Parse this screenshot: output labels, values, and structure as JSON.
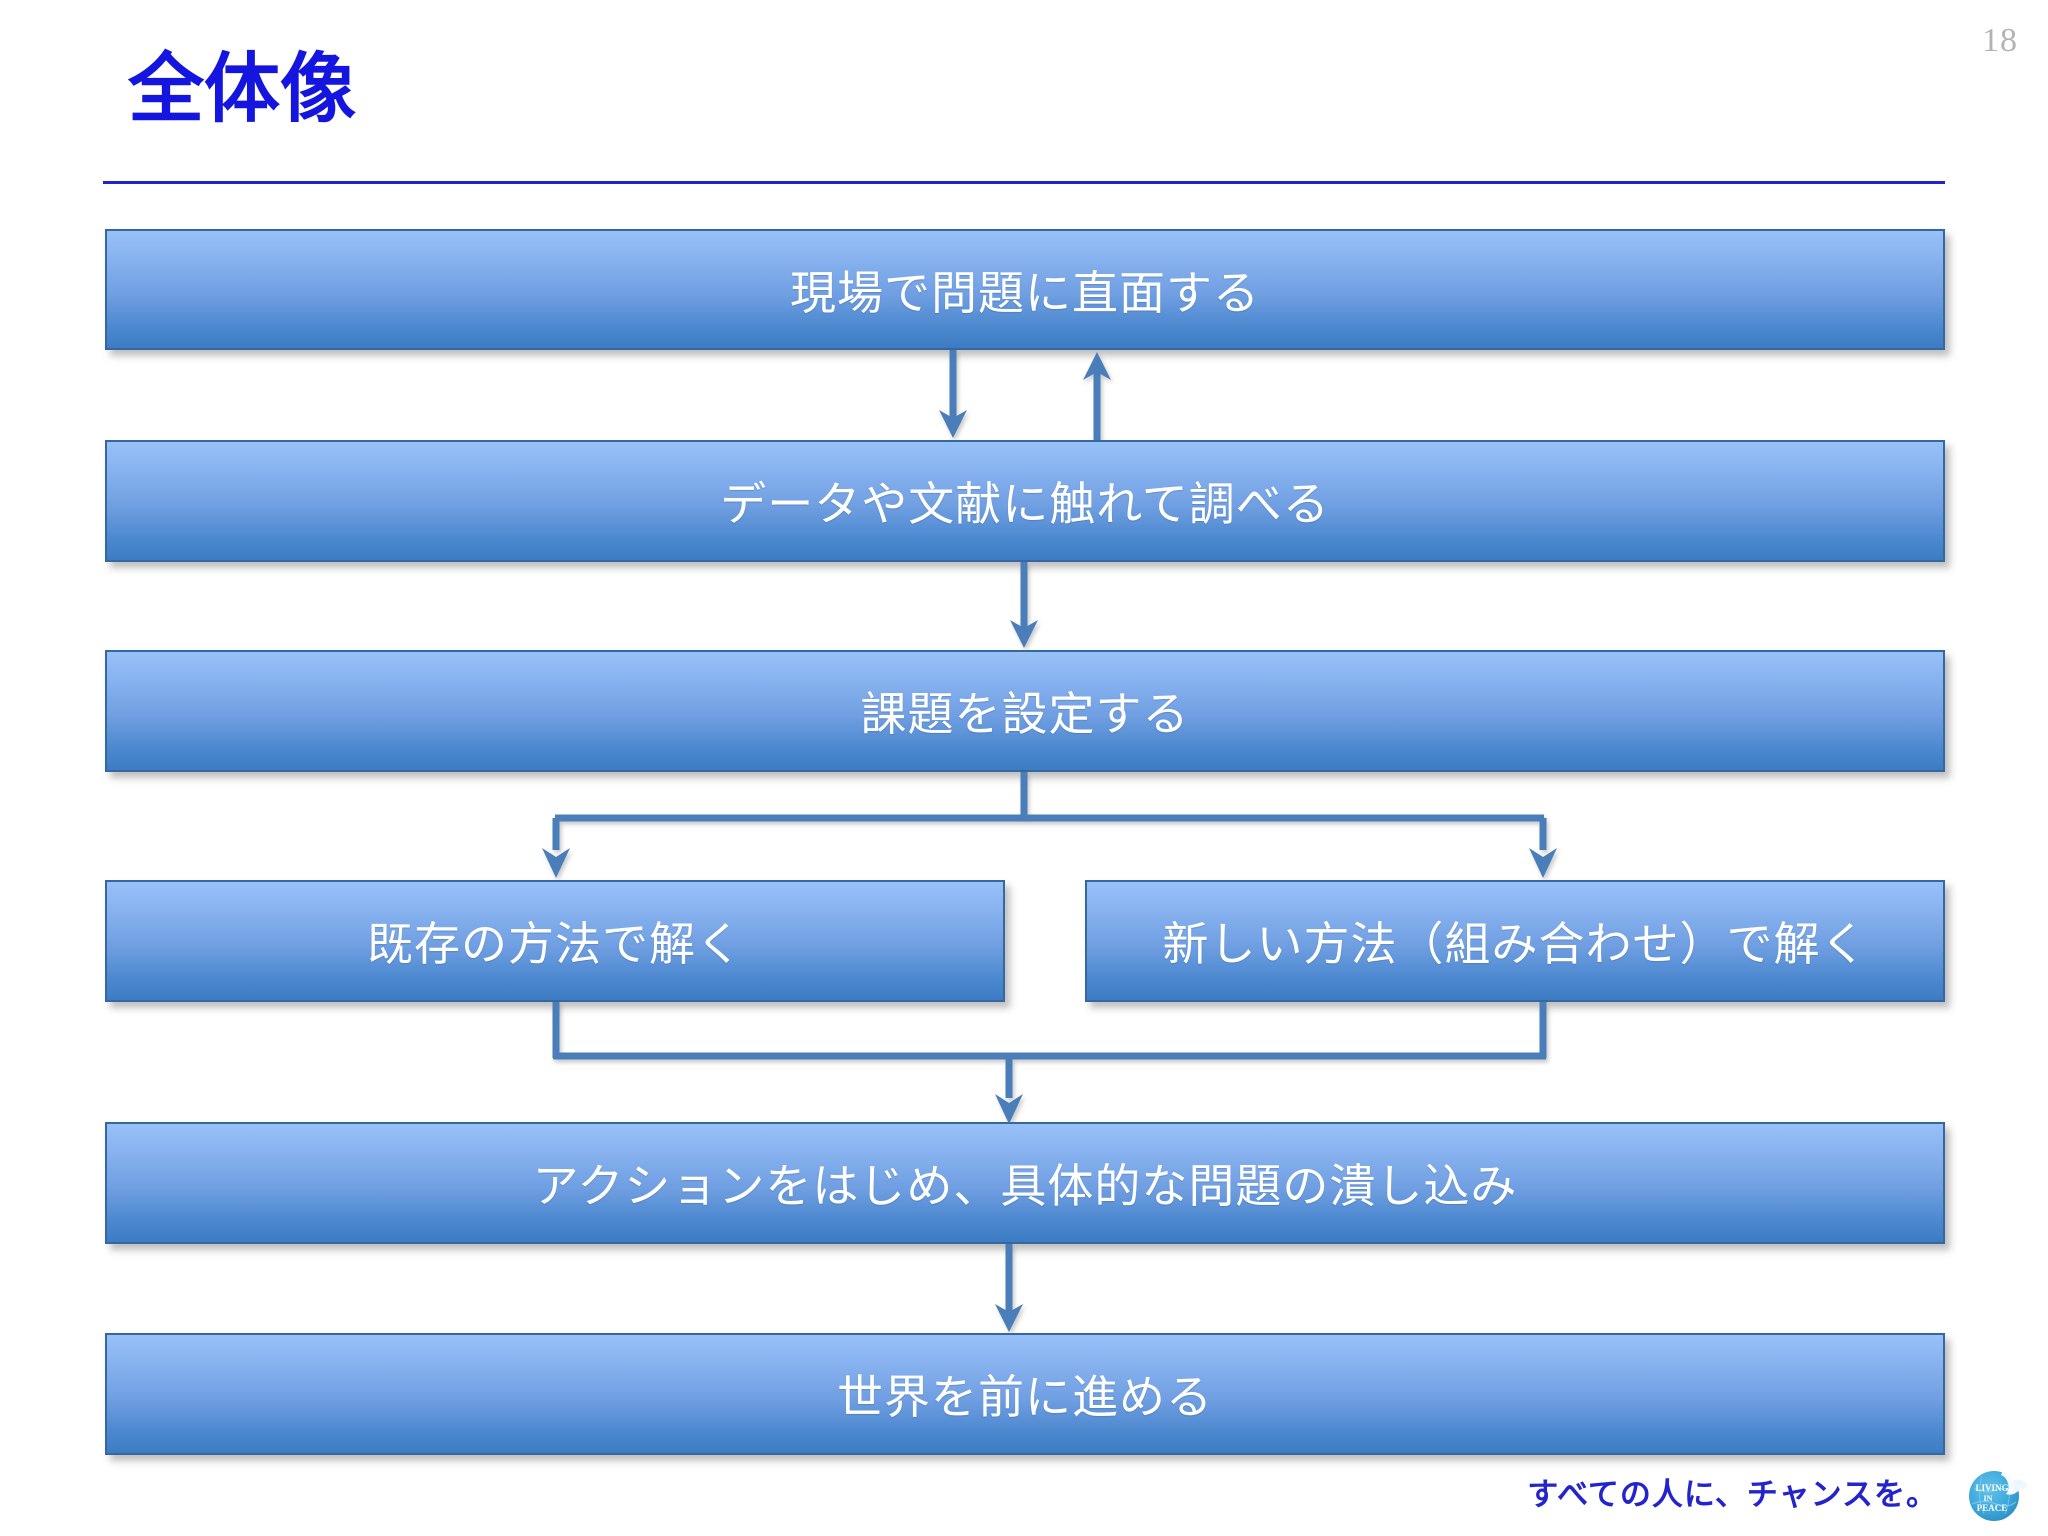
{
  "slide": {
    "page_number": "18",
    "title": "全体像",
    "title_color": "#1515e0",
    "rule_color": "#2222cc",
    "background_color": "#ffffff"
  },
  "theme": {
    "box_gradient_top": "#98c0f8",
    "box_gradient_bottom": "#3d7bc4",
    "box_border": "#35689e",
    "box_text_color": "#ffffff",
    "connector_color": "#4a7ebb",
    "page_number_color": "#b3b3b3"
  },
  "flow": {
    "nodes": [
      {
        "id": "node-1",
        "label": "現場で問題に直面する"
      },
      {
        "id": "node-2",
        "label": "データや文献に触れて調べる"
      },
      {
        "id": "node-3",
        "label": "課題を設定する"
      },
      {
        "id": "node-4a",
        "label": "既存の方法で解く"
      },
      {
        "id": "node-4b",
        "label": "新しい方法（組み合わせ）で解く"
      },
      {
        "id": "node-5",
        "label": "アクションをはじめ、具体的な問題の潰し込み"
      },
      {
        "id": "node-6",
        "label": "世界を前に進める"
      }
    ],
    "connectors": [
      {
        "id": "conn-1-2",
        "from": "node-1",
        "to": "node-2",
        "direction": "down"
      },
      {
        "id": "conn-2-1",
        "from": "node-2",
        "to": "node-1",
        "direction": "up"
      },
      {
        "id": "conn-2-3",
        "from": "node-2",
        "to": "node-3",
        "direction": "down"
      },
      {
        "id": "conn-3-4a",
        "from": "node-3",
        "to": "node-4a",
        "direction": "branch-left"
      },
      {
        "id": "conn-3-4b",
        "from": "node-3",
        "to": "node-4b",
        "direction": "branch-right"
      },
      {
        "id": "conn-4-5",
        "from": "node-4a,node-4b",
        "to": "node-5",
        "direction": "merge-down"
      },
      {
        "id": "conn-5-6",
        "from": "node-5",
        "to": "node-6",
        "direction": "down"
      }
    ]
  },
  "footer": {
    "tagline": "すべての人に、チャンスを。",
    "logo_text_line1": "LIVING",
    "logo_text_line2": "IN",
    "logo_text_line3": "PEACE",
    "logo_color": "#3fa9dd"
  }
}
